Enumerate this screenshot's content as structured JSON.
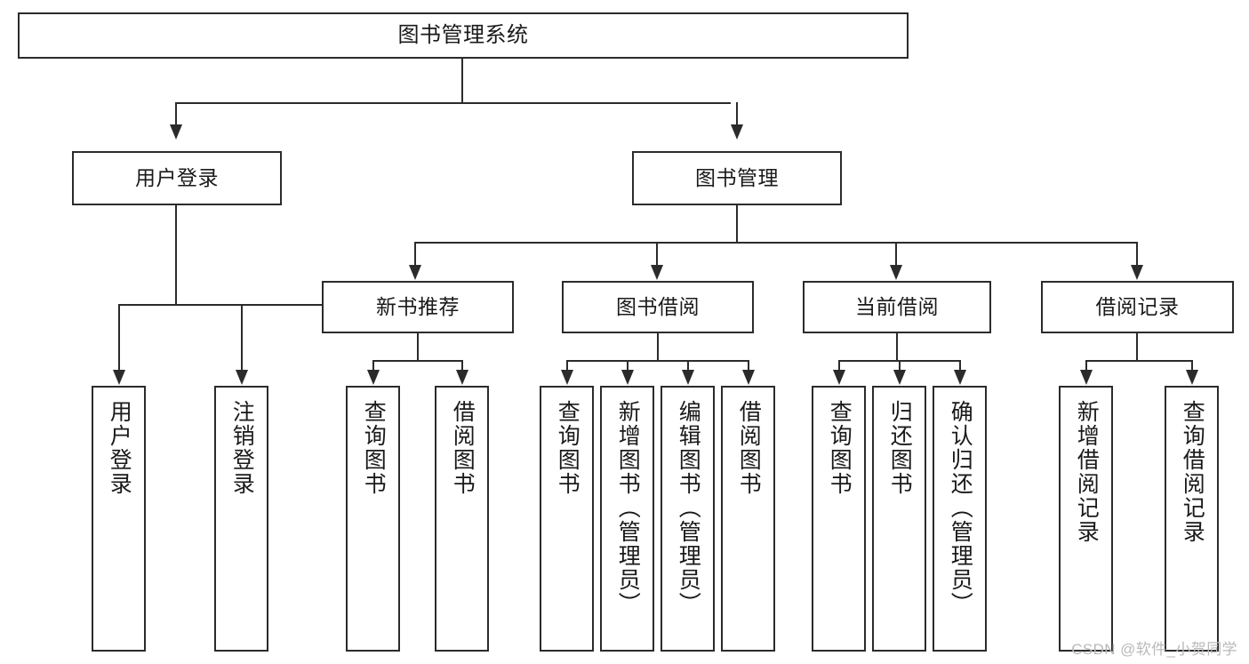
{
  "diagram": {
    "type": "tree-hierarchy-flowchart",
    "title": "图书管理系统",
    "background_color": "#ffffff",
    "line_color": "#2b2b2b",
    "text_color": "#1a1a1a",
    "nodes": {
      "root": {
        "label": "图书管理系统"
      },
      "level2": [
        {
          "label": "用户登录"
        },
        {
          "label": "图书管理"
        }
      ],
      "level3": [
        {
          "label": "新书推荐"
        },
        {
          "label": "图书借阅"
        },
        {
          "label": "当前借阅"
        },
        {
          "label": "借阅记录"
        }
      ],
      "leaves": {
        "user_login": [
          {
            "label": "用户登录"
          },
          {
            "label": "注销登录"
          }
        ],
        "new_book_recommend": [
          {
            "label": "查询图书"
          },
          {
            "label": "借阅图书"
          }
        ],
        "book_borrow": [
          {
            "label": "查询图书"
          },
          {
            "label": "新增图书（管理员）"
          },
          {
            "label": "编辑图书（管理员）"
          },
          {
            "label": "借阅图书"
          }
        ],
        "current_borrow": [
          {
            "label": "查询图书"
          },
          {
            "label": "归还图书"
          },
          {
            "label": "确认归还（管理员）"
          }
        ],
        "borrow_record": [
          {
            "label": "新增借阅记录"
          },
          {
            "label": "查询借阅记录"
          }
        ]
      }
    },
    "watermark": "CSDN @软件_小贺同学"
  }
}
